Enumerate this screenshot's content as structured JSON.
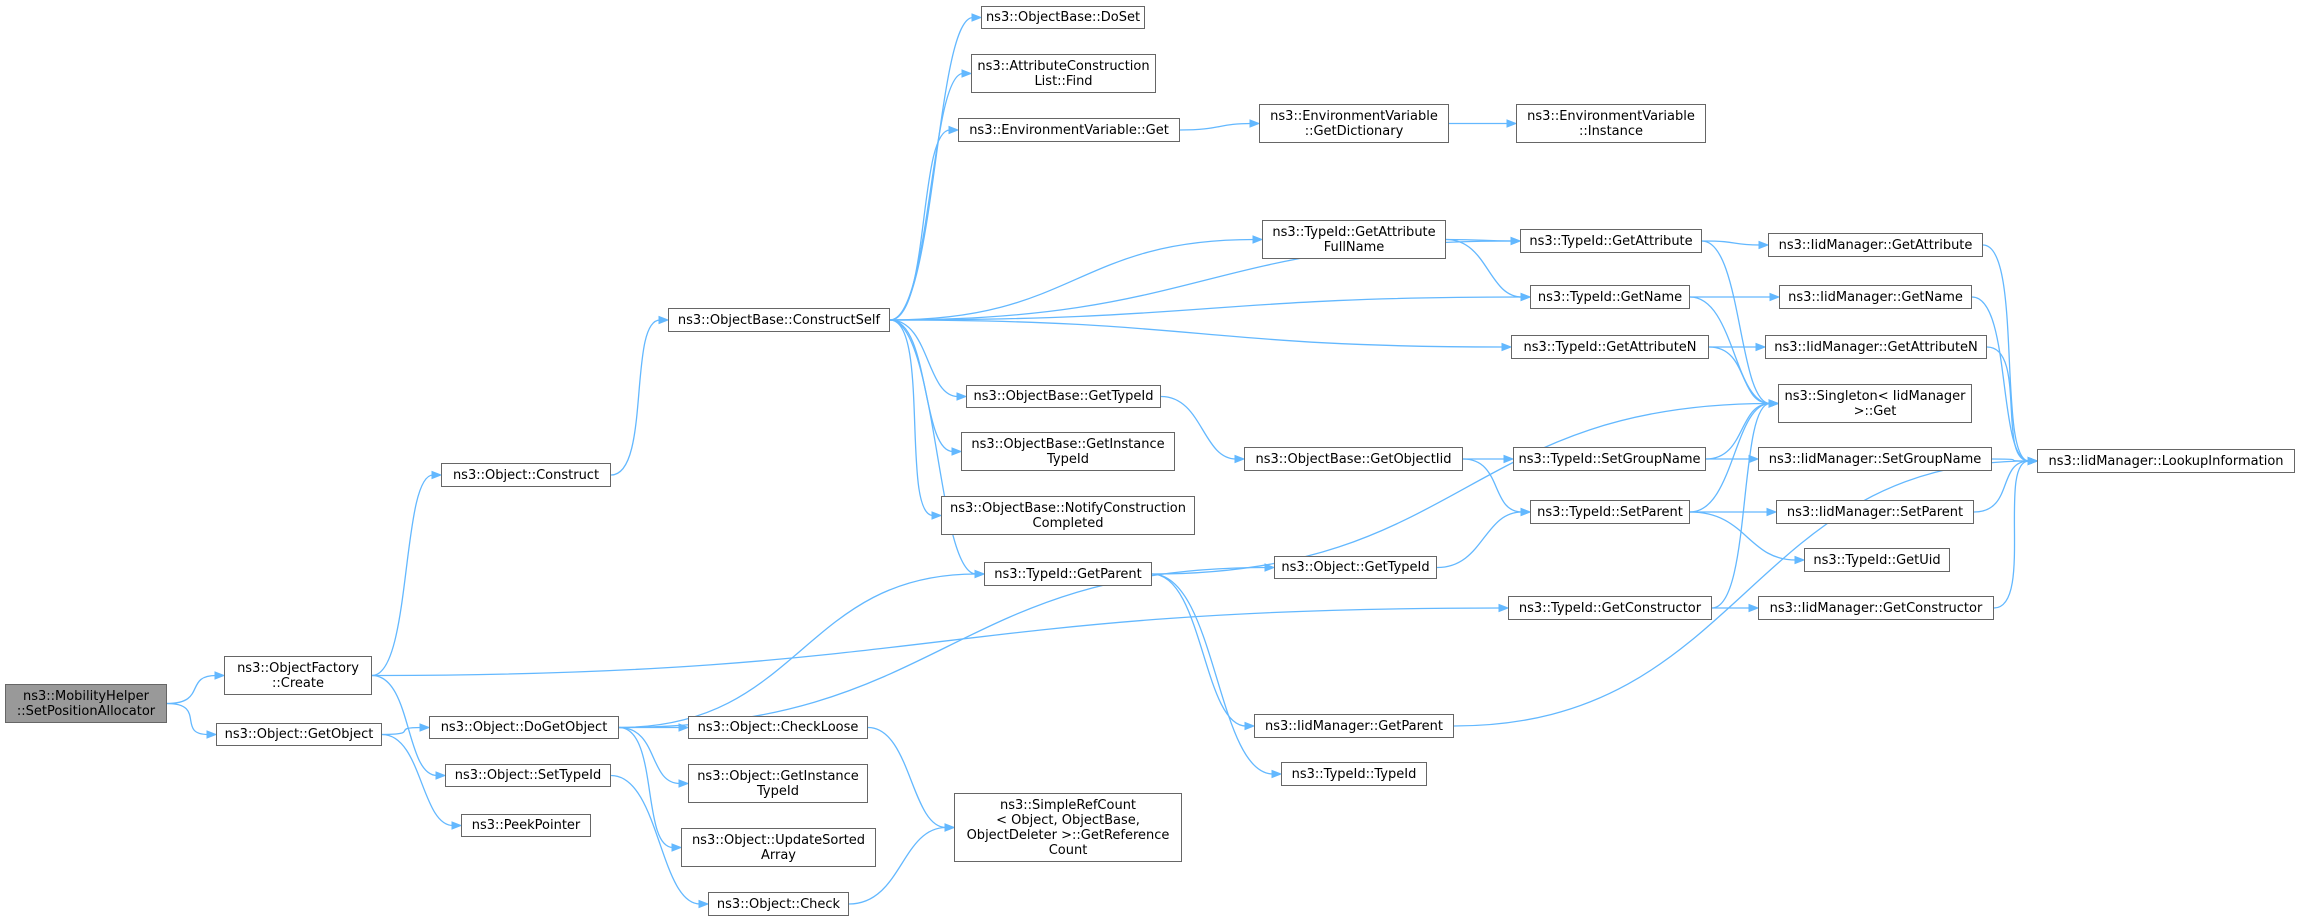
{
  "diagram": {
    "colors": {
      "edge": "#63b8ff",
      "node_border": "#666666",
      "root_fill": "#999999",
      "node_fill": "#ffffff"
    },
    "nodes": {
      "n_root": {
        "lines": [
          "ns3::MobilityHelper",
          "::SetPositionAllocator"
        ]
      },
      "n_of": {
        "lines": [
          "ns3::ObjectFactory",
          "::Create"
        ]
      },
      "n_getobj": {
        "lines": [
          "ns3::Object::GetObject"
        ]
      },
      "n_const": {
        "lines": [
          "ns3::Object::Construct"
        ]
      },
      "n_settid": {
        "lines": [
          "ns3::Object::SetTypeId"
        ]
      },
      "n_peek": {
        "lines": [
          "ns3::PeekPointer"
        ]
      },
      "n_dogo": {
        "lines": [
          "ns3::Object::DoGetObject"
        ]
      },
      "n_cself": {
        "lines": [
          "ns3::ObjectBase::ConstructSelf"
        ]
      },
      "n_doset": {
        "lines": [
          "ns3::ObjectBase::DoSet"
        ]
      },
      "n_acl": {
        "lines": [
          "ns3::AttributeConstruction",
          "List::Find"
        ]
      },
      "n_evget": {
        "lines": [
          "ns3::EnvironmentVariable::Get"
        ]
      },
      "n_obgtid": {
        "lines": [
          "ns3::ObjectBase::GetTypeId"
        ]
      },
      "n_obgitid": {
        "lines": [
          "ns3::ObjectBase::GetInstance",
          "TypeId"
        ]
      },
      "n_obncc": {
        "lines": [
          "ns3::ObjectBase::NotifyConstruction",
          "Completed"
        ]
      },
      "n_tgp": {
        "lines": [
          "ns3::TypeId::GetParent"
        ]
      },
      "n_chkl": {
        "lines": [
          "ns3::Object::CheckLoose"
        ]
      },
      "n_ogitid": {
        "lines": [
          "ns3::Object::GetInstance",
          "TypeId"
        ]
      },
      "n_usa": {
        "lines": [
          "ns3::Object::UpdateSorted",
          "Array"
        ]
      },
      "n_chk": {
        "lines": [
          "ns3::Object::Check"
        ]
      },
      "n_src": {
        "lines": [
          "ns3::SimpleRefCount",
          "< Object, ObjectBase,",
          "ObjectDeleter >::GetReference",
          "Count"
        ]
      },
      "n_evgd": {
        "lines": [
          "ns3::EnvironmentVariable",
          "::GetDictionary"
        ]
      },
      "n_tgafn": {
        "lines": [
          "ns3::TypeId::GetAttribute",
          "FullName"
        ]
      },
      "n_obgoi": {
        "lines": [
          "ns3::ObjectBase::GetObjectIid"
        ]
      },
      "n_ogtid": {
        "lines": [
          "ns3::Object::GetTypeId"
        ]
      },
      "n_imgp": {
        "lines": [
          "ns3::IidManager::GetParent"
        ]
      },
      "n_ttid": {
        "lines": [
          "ns3::TypeId::TypeId"
        ]
      },
      "n_evi": {
        "lines": [
          "ns3::EnvironmentVariable",
          "::Instance"
        ]
      },
      "n_tga": {
        "lines": [
          "ns3::TypeId::GetAttribute"
        ]
      },
      "n_tgn": {
        "lines": [
          "ns3::TypeId::GetName"
        ]
      },
      "n_tgan": {
        "lines": [
          "ns3::TypeId::GetAttributeN"
        ]
      },
      "n_tsgn": {
        "lines": [
          "ns3::TypeId::SetGroupName"
        ]
      },
      "n_tsp": {
        "lines": [
          "ns3::TypeId::SetParent"
        ]
      },
      "n_tgc": {
        "lines": [
          "ns3::TypeId::GetConstructor"
        ]
      },
      "n_imga": {
        "lines": [
          "ns3::IidManager::GetAttribute"
        ]
      },
      "n_imgn": {
        "lines": [
          "ns3::IidManager::GetName"
        ]
      },
      "n_imgan": {
        "lines": [
          "ns3::IidManager::GetAttributeN"
        ]
      },
      "n_sing": {
        "lines": [
          "ns3::Singleton< IidManager",
          ">::Get"
        ]
      },
      "n_imsgn": {
        "lines": [
          "ns3::IidManager::SetGroupName"
        ]
      },
      "n_imsp": {
        "lines": [
          "ns3::IidManager::SetParent"
        ]
      },
      "n_tgu": {
        "lines": [
          "ns3::TypeId::GetUid"
        ]
      },
      "n_imgc": {
        "lines": [
          "ns3::IidManager::GetConstructor"
        ]
      },
      "n_imli": {
        "lines": [
          "ns3::IidManager::LookupInformation"
        ]
      }
    },
    "edges": [
      [
        "n_root",
        "n_of"
      ],
      [
        "n_root",
        "n_getobj"
      ],
      [
        "n_of",
        "n_const"
      ],
      [
        "n_of",
        "n_settid"
      ],
      [
        "n_of",
        "n_tgc"
      ],
      [
        "n_getobj",
        "n_dogo"
      ],
      [
        "n_getobj",
        "n_peek"
      ],
      [
        "n_const",
        "n_cself"
      ],
      [
        "n_settid",
        "n_chk"
      ],
      [
        "n_dogo",
        "n_tgp"
      ],
      [
        "n_dogo",
        "n_ogtid"
      ],
      [
        "n_dogo",
        "n_chkl"
      ],
      [
        "n_dogo",
        "n_ogitid"
      ],
      [
        "n_dogo",
        "n_usa"
      ],
      [
        "n_cself",
        "n_doset"
      ],
      [
        "n_cself",
        "n_acl"
      ],
      [
        "n_cself",
        "n_evget"
      ],
      [
        "n_cself",
        "n_tga"
      ],
      [
        "n_cself",
        "n_tgafn"
      ],
      [
        "n_cself",
        "n_tgn"
      ],
      [
        "n_cself",
        "n_tgan"
      ],
      [
        "n_cself",
        "n_obgtid"
      ],
      [
        "n_cself",
        "n_obgitid"
      ],
      [
        "n_cself",
        "n_obncc"
      ],
      [
        "n_cself",
        "n_tgp"
      ],
      [
        "n_evget",
        "n_evgd"
      ],
      [
        "n_evgd",
        "n_evi"
      ],
      [
        "n_tgafn",
        "n_tga"
      ],
      [
        "n_tgafn",
        "n_tgn"
      ],
      [
        "n_tga",
        "n_imga"
      ],
      [
        "n_tga",
        "n_sing"
      ],
      [
        "n_tgn",
        "n_imgn"
      ],
      [
        "n_tgn",
        "n_sing"
      ],
      [
        "n_tgan",
        "n_imgan"
      ],
      [
        "n_tgan",
        "n_sing"
      ],
      [
        "n_obgtid",
        "n_obgoi"
      ],
      [
        "n_obgoi",
        "n_tsgn"
      ],
      [
        "n_obgoi",
        "n_tsp"
      ],
      [
        "n_tsgn",
        "n_sing"
      ],
      [
        "n_tsgn",
        "n_imsgn"
      ],
      [
        "n_tsp",
        "n_sing"
      ],
      [
        "n_tsp",
        "n_imsp"
      ],
      [
        "n_tsp",
        "n_tgu"
      ],
      [
        "n_tgp",
        "n_sing"
      ],
      [
        "n_tgp",
        "n_imgp"
      ],
      [
        "n_tgp",
        "n_ttid"
      ],
      [
        "n_ogtid",
        "n_tsp"
      ],
      [
        "n_tgc",
        "n_sing"
      ],
      [
        "n_tgc",
        "n_imgc"
      ],
      [
        "n_chkl",
        "n_src"
      ],
      [
        "n_chk",
        "n_src"
      ],
      [
        "n_imga",
        "n_imli"
      ],
      [
        "n_imgn",
        "n_imli"
      ],
      [
        "n_imgan",
        "n_imli"
      ],
      [
        "n_imsgn",
        "n_imli"
      ],
      [
        "n_imsp",
        "n_imli"
      ],
      [
        "n_imgc",
        "n_imli"
      ],
      [
        "n_imgp",
        "n_imli"
      ]
    ]
  }
}
